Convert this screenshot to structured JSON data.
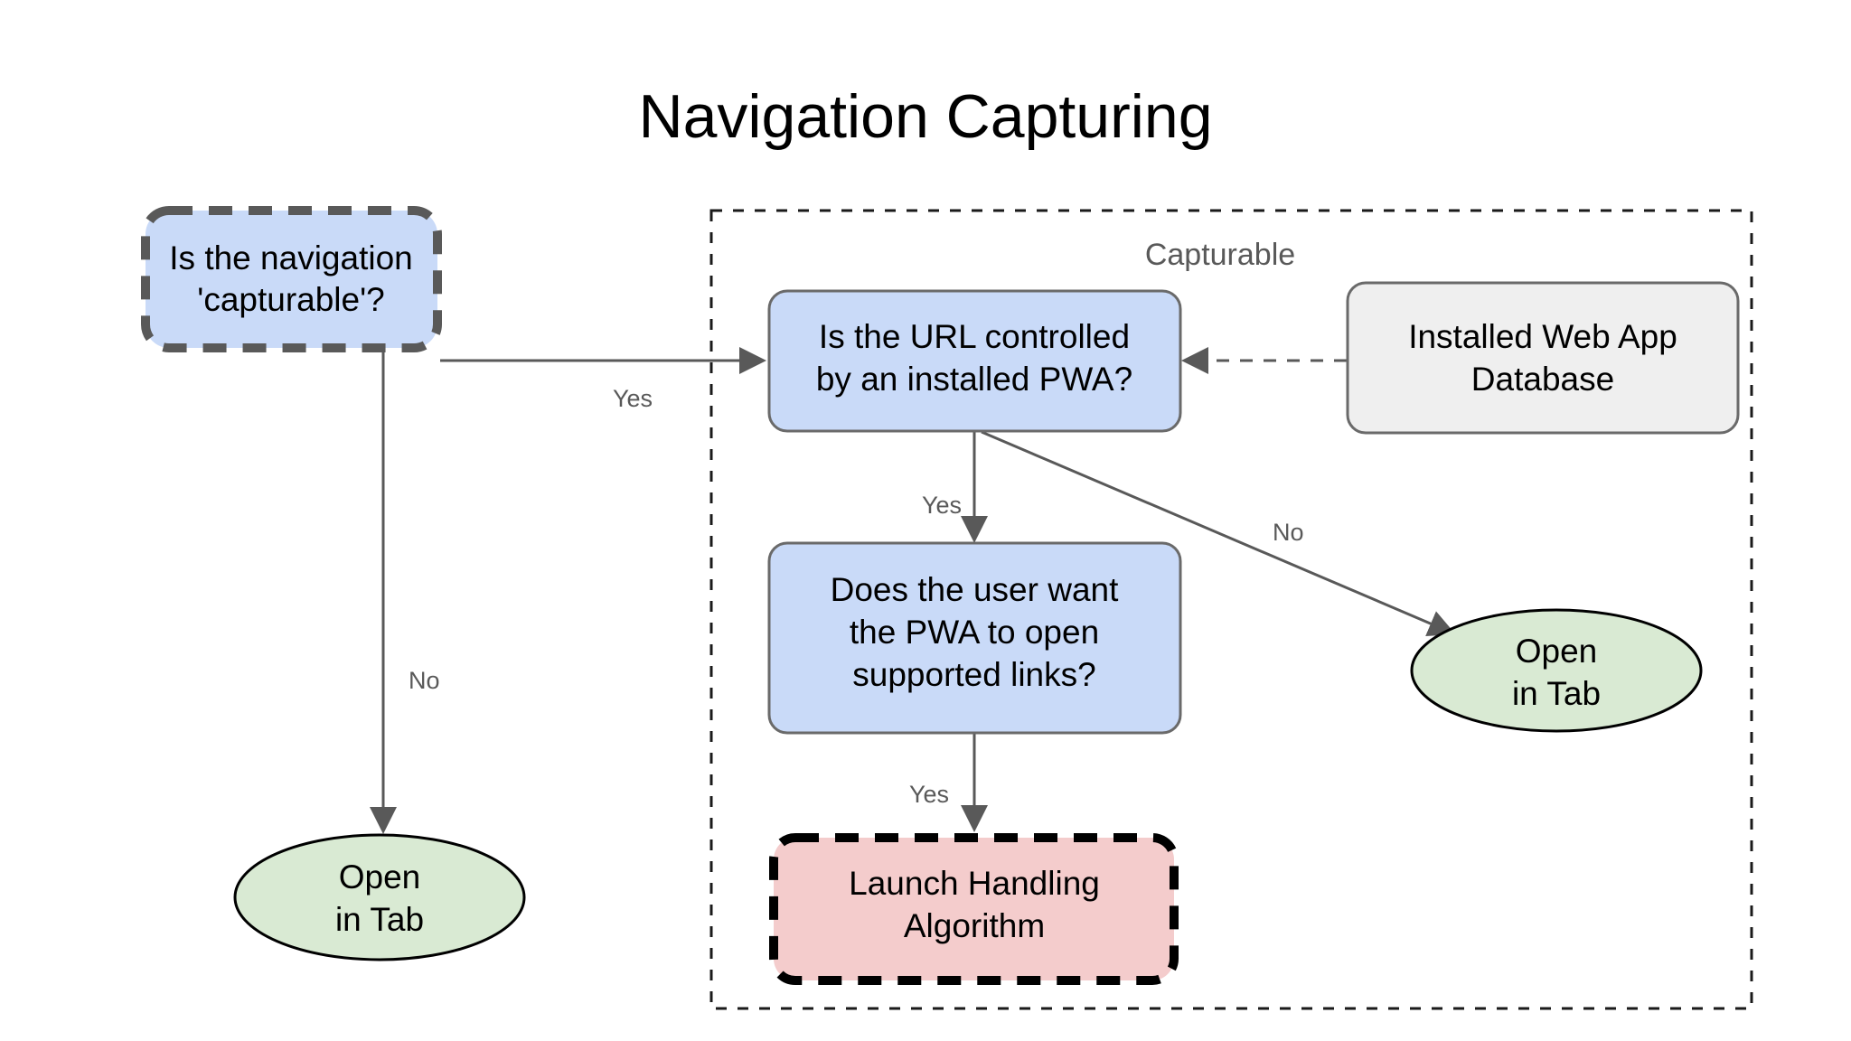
{
  "title": "Navigation Capturing",
  "colors": {
    "decision_fill": "#c9daf8",
    "decision_stroke": "#6a6a6a",
    "highlight_stroke": "#595959",
    "terminal_fill": "#d9ead3",
    "terminal_stroke": "#000000",
    "data_fill": "#efefef",
    "data_stroke": "#6a6a6a",
    "algorithm_fill": "#f4cccc",
    "algorithm_stroke": "#000000",
    "edge_stroke": "#595959",
    "group_stroke": "#1a1a1a",
    "text": "#000000",
    "muted_text": "#595959",
    "background": "#ffffff"
  },
  "group": {
    "label": "Capturable"
  },
  "nodes": [
    {
      "id": "is-navigation-capturable",
      "name": "is-navigation-capturable-node",
      "shape": "rounded-rect",
      "style": "decision-dashed",
      "lines": [
        "Is the navigation",
        "'capturable'?"
      ]
    },
    {
      "id": "is-url-controlled",
      "name": "is-url-controlled-node",
      "shape": "rounded-rect",
      "style": "decision",
      "lines": [
        "Is the URL controlled",
        "by an installed PWA?"
      ]
    },
    {
      "id": "installed-web-app-database",
      "name": "installed-web-app-database-node",
      "shape": "rounded-rect",
      "style": "data",
      "lines": [
        "Installed Web App",
        "Database"
      ]
    },
    {
      "id": "does-user-want-pwa",
      "name": "does-user-want-pwa-node",
      "shape": "rounded-rect",
      "style": "decision",
      "lines": [
        "Does the user want",
        "the PWA to open",
        "supported links?"
      ]
    },
    {
      "id": "launch-handling-algorithm",
      "name": "launch-handling-algorithm-node",
      "shape": "rounded-rect",
      "style": "algorithm-dashed",
      "lines": [
        "Launch Handling",
        "Algorithm"
      ]
    },
    {
      "id": "open-in-tab-left",
      "name": "open-in-tab-left-node",
      "shape": "ellipse",
      "style": "terminal",
      "lines": [
        "Open",
        "in Tab"
      ]
    },
    {
      "id": "open-in-tab-right",
      "name": "open-in-tab-right-node",
      "shape": "ellipse",
      "style": "terminal",
      "lines": [
        "Open",
        "in Tab"
      ]
    }
  ],
  "edges": [
    {
      "id": "capturable-yes",
      "from": "is-navigation-capturable",
      "to": "is-url-controlled",
      "label": "Yes",
      "style": "solid"
    },
    {
      "id": "capturable-no",
      "from": "is-navigation-capturable",
      "to": "open-in-tab-left",
      "label": "No",
      "style": "solid"
    },
    {
      "id": "database-lookup",
      "from": "installed-web-app-database",
      "to": "is-url-controlled",
      "label": "",
      "style": "dashed"
    },
    {
      "id": "url-yes",
      "from": "is-url-controlled",
      "to": "does-user-want-pwa",
      "label": "Yes",
      "style": "solid"
    },
    {
      "id": "url-no",
      "from": "is-url-controlled",
      "to": "open-in-tab-right",
      "label": "No",
      "style": "solid"
    },
    {
      "id": "user-want-yes",
      "from": "does-user-want-pwa",
      "to": "launch-handling-algorithm",
      "label": "Yes",
      "style": "solid"
    }
  ],
  "edge_labels": {
    "capturable_yes": "Yes",
    "capturable_no": "No",
    "url_yes": "Yes",
    "url_no": "No",
    "user_want_yes": "Yes"
  },
  "node_text": {
    "is_navigation_capturable": {
      "l1": "Is the navigation",
      "l2": "'capturable'?"
    },
    "is_url_controlled": {
      "l1": "Is the URL controlled",
      "l2": "by an installed PWA?"
    },
    "installed_web_app_database": {
      "l1": "Installed Web App",
      "l2": "Database"
    },
    "does_user_want_pwa": {
      "l1": "Does the user want",
      "l2": "the PWA to open",
      "l3": "supported links?"
    },
    "launch_handling_algorithm": {
      "l1": "Launch Handling",
      "l2": "Algorithm"
    },
    "open_in_tab_left": {
      "l1": "Open",
      "l2": "in Tab"
    },
    "open_in_tab_right": {
      "l1": "Open",
      "l2": "in Tab"
    }
  }
}
